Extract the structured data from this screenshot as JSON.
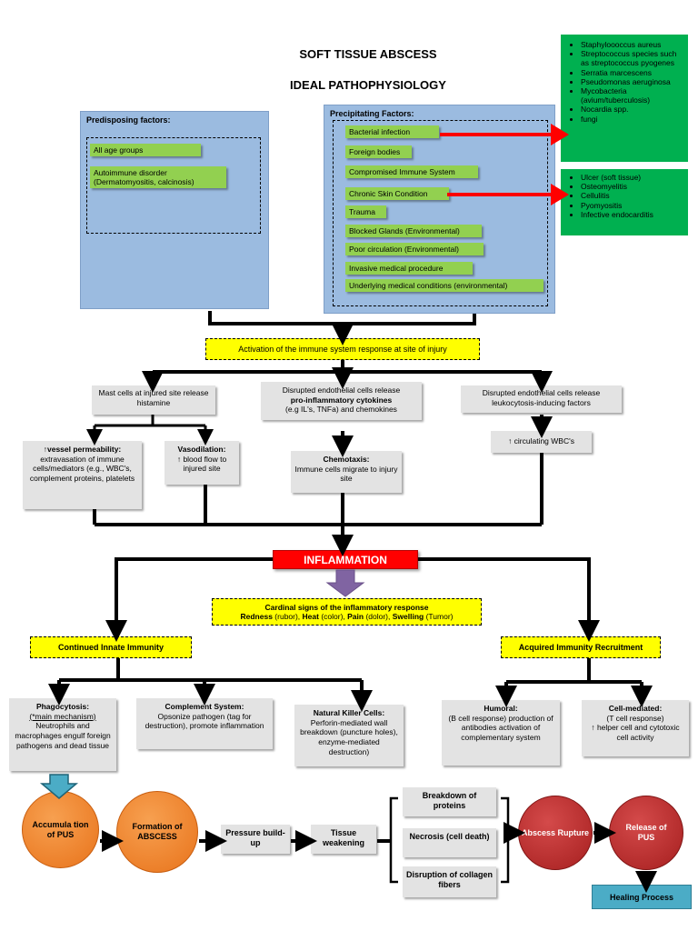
{
  "title1": "SOFT TISSUE ABSCESS",
  "title2": "IDEAL PATHOPHYSIOLOGY",
  "predisposing": {
    "header": "Predisposing factors:",
    "items": [
      "All age groups",
      "Autoimmune disorder (Dermatomyositis, calcinosis)"
    ]
  },
  "precipitating": {
    "header": "Precipitating Factors:",
    "items": [
      "Bacterial infection",
      "Foreign bodies",
      "Compromised Immune System",
      "Chronic Skin Condition",
      "Trauma",
      "Blocked Glands (Environmental)",
      "Poor circulation (Environmental)",
      "Invasive medical procedure",
      "Underlying medical conditions (environmental)"
    ]
  },
  "bacteria_list": [
    "Staphyloooccus aureus",
    "Streptococcus species such as streptococcus pyogenes",
    "Serratia marcescens",
    "Pseudomonas aeruginosa",
    "Mycobacteria (avium/tuberculosis)",
    "Nocardia spp.",
    "fungi"
  ],
  "skin_conditions_list": [
    "Ulcer (soft tissue)",
    "Osteomyelitis",
    "Cellulitis",
    "Pyomyositis",
    "Infective endocarditis"
  ],
  "activation": "Activation of the immune system response at site of injury",
  "mast_cells": "Mast cells at injured site release histamine",
  "endothelial_cytokines": {
    "line1": "Disrupted endothelial cells release",
    "bold": "pro-inflammatory cytokines",
    "line3": "(e.g IL's, TNFa) and chemokines"
  },
  "endothelial_leuko": "Disrupted endothelial cells release leukocytosis-inducing factors",
  "vessel_perm": {
    "bold": "↑vessel permeability:",
    "text": "extravasation of immune cells/mediators (e.g., WBC's, complement proteins, platelets"
  },
  "vasodilation": {
    "bold": "Vasodilation:",
    "text": "↑ blood flow to injured site"
  },
  "chemotaxis": {
    "bold": "Chemotaxis:",
    "text": "Immune cells migrate to injury site"
  },
  "circulating_wbc": "↑ circulating WBC's",
  "inflammation": "INFLAMMATION",
  "cardinal": {
    "title": "Cardinal signs of the inflammatory response",
    "redness": "Redness",
    "redness_latin": " (rubor), ",
    "heat": "Heat",
    "heat_latin": " (color), ",
    "pain": "Pain",
    "pain_latin": " (dolor), ",
    "swelling": "Swelling",
    "swelling_latin": " (Tumor)"
  },
  "innate": "Continued Innate Immunity",
  "acquired": "Acquired Immunity Recruitment",
  "phagocytosis": {
    "bold": "Phagocytosis:",
    "note": "(*main mechanism)",
    "text": "Neutrophils and macrophages engulf foreign pathogens and dead tissue"
  },
  "complement": {
    "bold": "Complement System:",
    "text": "Opsonize pathogen (tag for destruction), promote inflammation"
  },
  "nk_cells": {
    "bold": "Natural Killer Cells:",
    "text": "Perforin-mediated wall breakdown (puncture holes), enzyme-mediated destruction)"
  },
  "humoral": {
    "bold": "Humoral:",
    "text": "(B cell response) production of antibodies activation of complementary system"
  },
  "cell_mediated": {
    "bold": "Cell-mediated:",
    "text": "(T cell response)",
    "text2": "↑ helper cell and cytotoxic cell activity"
  },
  "accumulation": "Accumula tion of PUS",
  "formation": "Formation of ABSCESS",
  "pressure": "Pressure build-up",
  "tissue": "Tissue weakening",
  "breakdown": "Breakdown of proteins",
  "necrosis": "Necrosis (cell death)",
  "disruption": "Disruption of collagen fibers",
  "rupture": "Abscess Rupture",
  "release": "Release of PUS",
  "healing": "Healing Process",
  "colors": {
    "blue_box": "#9bbbe0",
    "green_item": "#92d050",
    "green_box": "#00b050",
    "yellow": "#ffff00",
    "red": "#ff0000",
    "orange": "#e8731b",
    "dark_red": "#a61f1f",
    "teal": "#4bacc6"
  }
}
